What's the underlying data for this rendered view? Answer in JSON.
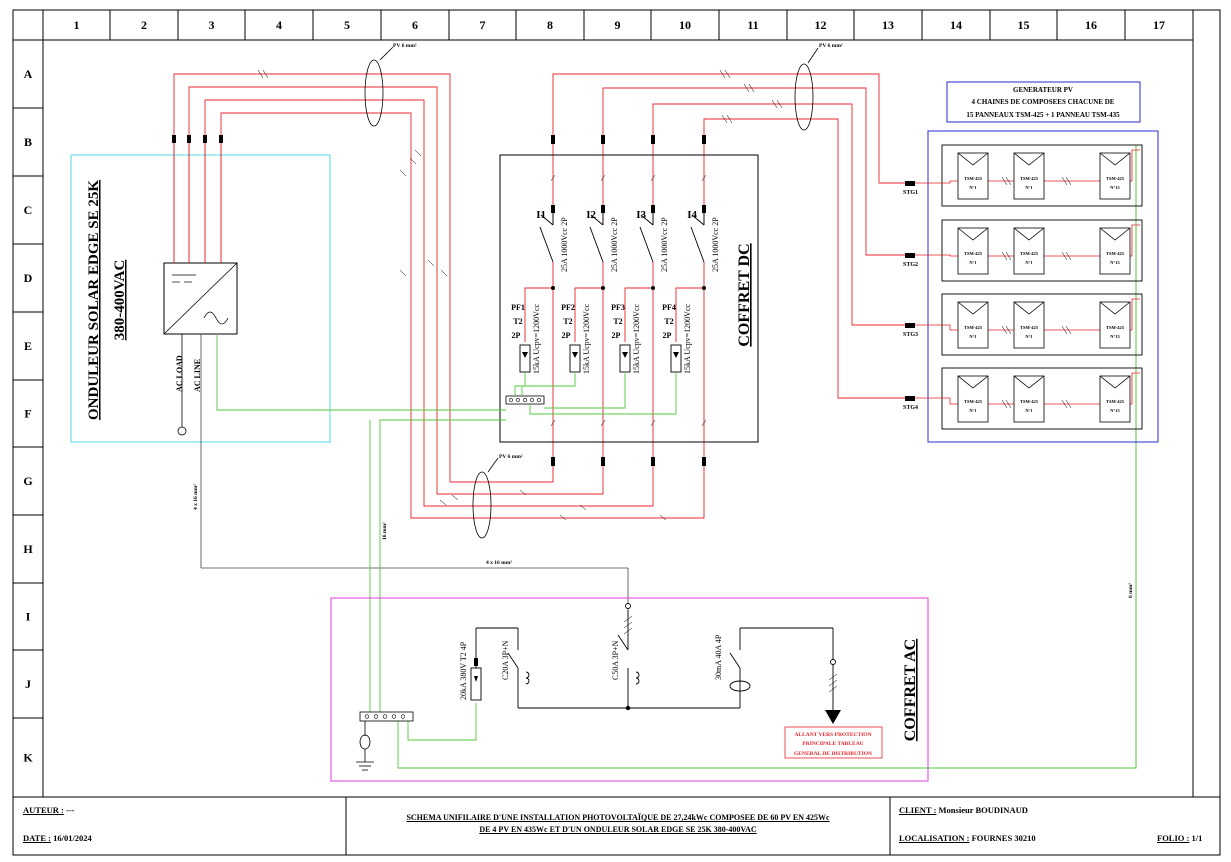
{
  "grid": {
    "columns": [
      "1",
      "2",
      "3",
      "4",
      "5",
      "6",
      "7",
      "8",
      "9",
      "10",
      "11",
      "12",
      "13",
      "14",
      "15",
      "16",
      "17"
    ],
    "rows": [
      "A",
      "B",
      "C",
      "D",
      "E",
      "F",
      "G",
      "H",
      "I",
      "J",
      "K"
    ]
  },
  "cable_labels": {
    "pv_6mm_left": "PV 6 mm²",
    "pv_6mm_right": "PV 6 mm²",
    "pv_6mm_bottom": "PV 6 mm²",
    "ac_4x16_vertical": "4 x 16 mm²",
    "ac_4x16_horizontal": "4 x 16 mm²",
    "earth_16mm": "16 mm²",
    "earth_6mm": "6 mm²"
  },
  "inverter": {
    "title_line1": "ONDULEUR SOLAR EDGE SE 25K",
    "title_line2": "380-400VAC",
    "ac_load": "AC LOAD",
    "ac_line": "AC LINE"
  },
  "coffret_dc": {
    "title": "COFFRET DC",
    "isolators": [
      {
        "id": "I1",
        "rating": "25A 1000Vcc 2P"
      },
      {
        "id": "I2",
        "rating": "25A 1000Vcc 2P"
      },
      {
        "id": "I3",
        "rating": "25A 1000Vcc 2P"
      },
      {
        "id": "I4",
        "rating": "25A 1000Vcc 2P"
      }
    ],
    "surge_protectors": [
      {
        "id": "PF1",
        "type": "T2",
        "poles": "2P",
        "rating": "15kA Ucpv=1200Vcc"
      },
      {
        "id": "PF2",
        "type": "T2",
        "poles": "2P",
        "rating": "15kA Ucpv=1200Vcc"
      },
      {
        "id": "PF3",
        "type": "T2",
        "poles": "2P",
        "rating": "15kA Ucpv=1200Vcc"
      },
      {
        "id": "PF4",
        "type": "T2",
        "poles": "2P",
        "rating": "15kA Ucpv=1200Vcc"
      }
    ]
  },
  "generator": {
    "line1": "GENERATEUR PV",
    "line2": "4 CHAINES DE COMPOSEES CHACUNE DE",
    "line3": "15 PANNEAUX TSM-425 + 1 PANNEAU TSM-435",
    "strings": [
      {
        "label": "STG1",
        "panels": [
          {
            "model": "TSM-435",
            "num": "N°1"
          },
          {
            "model": "TSM-425",
            "num": "N°1"
          },
          {
            "model": "TSM-425",
            "num": "N°15"
          }
        ]
      },
      {
        "label": "STG2",
        "panels": [
          {
            "model": "TSM-425",
            "num": "N°1"
          },
          {
            "model": "TSM-425",
            "num": "N°1"
          },
          {
            "model": "TSM-425",
            "num": "N°15"
          }
        ]
      },
      {
        "label": "STG3",
        "panels": [
          {
            "model": "TSM-425",
            "num": "N°1"
          },
          {
            "model": "TSM-425",
            "num": "N°1"
          },
          {
            "model": "TSM-425",
            "num": "N°15"
          }
        ]
      },
      {
        "label": "STG4",
        "panels": [
          {
            "model": "TSM-425",
            "num": "N°1"
          },
          {
            "model": "TSM-425",
            "num": "N°1"
          },
          {
            "model": "TSM-425",
            "num": "N°15"
          }
        ]
      }
    ]
  },
  "coffret_ac": {
    "title": "COFFRET AC",
    "spd": "20kA 380V T2 4P",
    "breaker1": "C20A 3P+N",
    "breaker2": "C50A 3P+N",
    "rcd": "30mA 40A 4P",
    "note_line1": "ALLANT VERS PROTECTION",
    "note_line2": "PRINCIPALE TABLEAU",
    "note_line3": "GENERAL DE DISTRIBUTION"
  },
  "title_block": {
    "author_label": "AUTEUR :",
    "author_value": "---",
    "date_label": "DATE :",
    "date_value": "16/01/2024",
    "title_line1": "SCHEMA UNIFILAIRE D'UNE INSTALLATION PHOTOVOLTAÏQUE DE 27,24kWc COMPOSEE DE 60 PV EN 425Wc",
    "title_line2": "DE 4 PV EN 435Wc ET D'UN ONDULEUR SOLAR EDGE SE 25K 380-400VAC",
    "client_label": "CLIENT :",
    "client_value": "Monsieur BOUDINAUD",
    "location_label": "LOCALISATION :",
    "location_value": "FOURNES 30210",
    "folio_label": "FOLIO :",
    "folio_value": "1/1"
  },
  "colors": {
    "dc_wire": "#e8242b",
    "earth_wire": "#52c83a",
    "ac_wire": "#444444",
    "inverter_box": "#52d8e8",
    "ac_box": "#e23ce0",
    "generator_box": "#2a2ad0"
  }
}
